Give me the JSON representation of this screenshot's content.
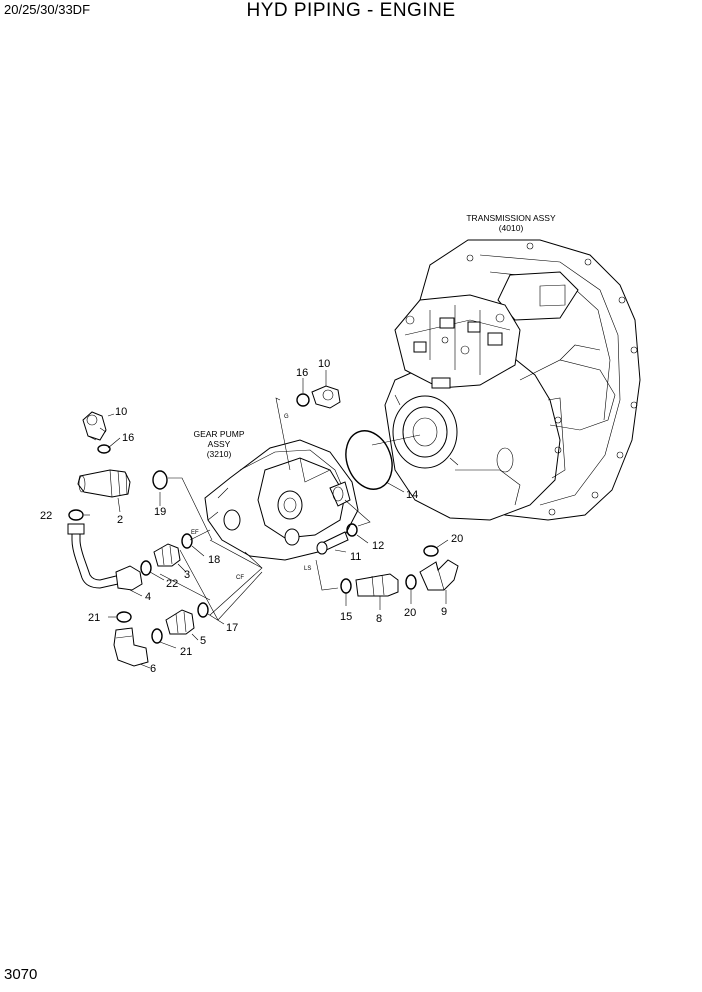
{
  "header": {
    "model": "20/25/30/33DF",
    "title": "HYD PIPING - ENGINE"
  },
  "footer": {
    "page_number": "3070"
  },
  "assembly_labels": {
    "transmission": {
      "line1": "TRANSMISSION ASSY",
      "line2": "(4010)"
    },
    "gear_pump": {
      "line1": "GEAR PUMP",
      "line2": "ASSY",
      "line3": "(3210)"
    }
  },
  "port_labels": {
    "g": "G",
    "ef": "EF",
    "cf": "CF",
    "ls": "LS"
  },
  "callouts": [
    "10",
    "16",
    "2",
    "19",
    "22",
    "4",
    "3",
    "22",
    "18",
    "21",
    "6",
    "21",
    "5",
    "17",
    "16",
    "10",
    "14",
    "12",
    "11",
    "15",
    "8",
    "20",
    "9",
    "20"
  ]
}
